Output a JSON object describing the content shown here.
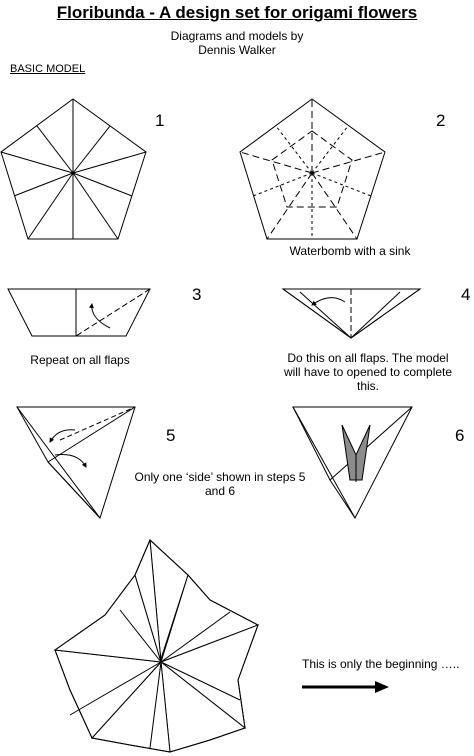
{
  "title": "Floribunda - A design set for origami flowers",
  "credits": {
    "line1": "Diagrams and models by",
    "line2": "Dennis Walker"
  },
  "section_label": "BASIC MODEL",
  "steps": [
    {
      "number": "1"
    },
    {
      "number": "2",
      "caption": "Waterbomb with a sink"
    },
    {
      "number": "3",
      "caption": "Repeat on all flaps"
    },
    {
      "number": "4",
      "caption_lines": [
        "Do this on all flaps. The model",
        "will have to opened to complete",
        "this."
      ]
    },
    {
      "number": "5",
      "caption_lines": [
        "Only one ‘side’ shown in steps 5",
        "and 6"
      ]
    },
    {
      "number": "6"
    }
  ],
  "closing_text": "This is only the beginning …..",
  "icons": {
    "valley_fold": "dashed-line",
    "fold_arrow": "curved-arrow",
    "next_arrow": "right-arrow-icon"
  }
}
